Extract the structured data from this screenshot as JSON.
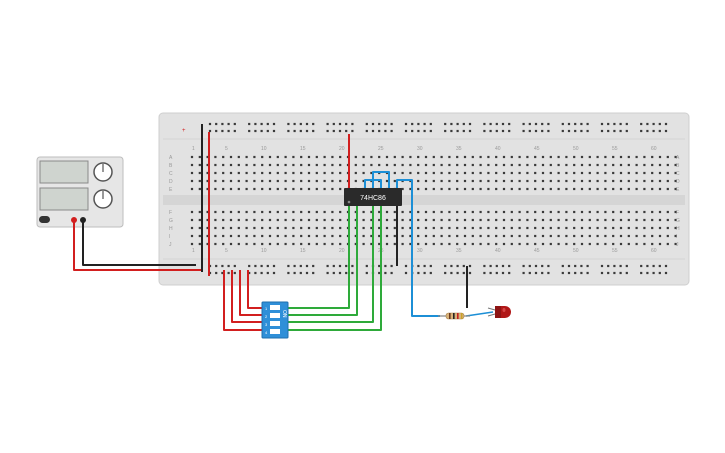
{
  "breadboard": {
    "column_numbers": [
      "1",
      "5",
      "10",
      "15",
      "20",
      "25",
      "30",
      "35",
      "40",
      "45",
      "50",
      "55",
      "60"
    ],
    "row_letters_top": [
      "A",
      "B",
      "C",
      "D",
      "E"
    ],
    "row_letters_bottom": [
      "F",
      "G",
      "H",
      "I",
      "J"
    ]
  },
  "chip": {
    "label": "74HC86"
  },
  "dip_switch": {
    "label": "ON",
    "positions": [
      "1",
      "2",
      "3",
      "4"
    ]
  },
  "power_supply": {
    "display_voltage": "",
    "display_current": ""
  },
  "colors": {
    "wire_red": "#d21f1f",
    "wire_black": "#222222",
    "wire_green": "#2eaa3a",
    "wire_blue": "#1c8fd6",
    "switch_blue": "#2f8fd8",
    "led_red": "#b01818",
    "breadboard": "#e2e2e2"
  }
}
